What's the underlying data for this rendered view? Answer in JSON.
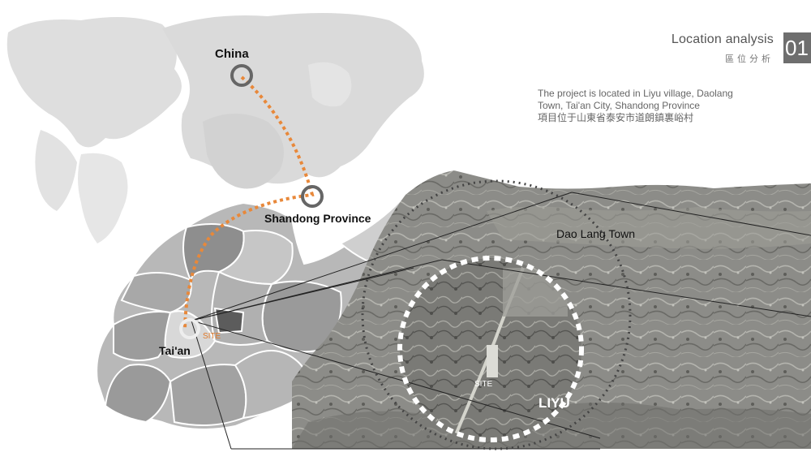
{
  "header": {
    "title_en": "Location analysis",
    "title_zh": "區位分析",
    "page_number": "01"
  },
  "description": {
    "line1": "The project is located in Liyu village, Daolang",
    "line2": "Town, Tai'an City, Shandong Province",
    "line3_zh": "項目位于山東省泰安市道朗鎮裏峪村"
  },
  "map_labels": {
    "china": "China",
    "shandong": "Shandong Province",
    "taian": "Tai'an",
    "site_map": "SITE",
    "dao_lang": "Dao Lang Town",
    "site_aerial": "SITE",
    "liyu": "LIYU"
  },
  "colors": {
    "route": "#e8883a",
    "marker_ring": "#666666",
    "continent": "#dcdcdc",
    "province": "#9a9a9a",
    "aerial": "#8a8a86"
  }
}
